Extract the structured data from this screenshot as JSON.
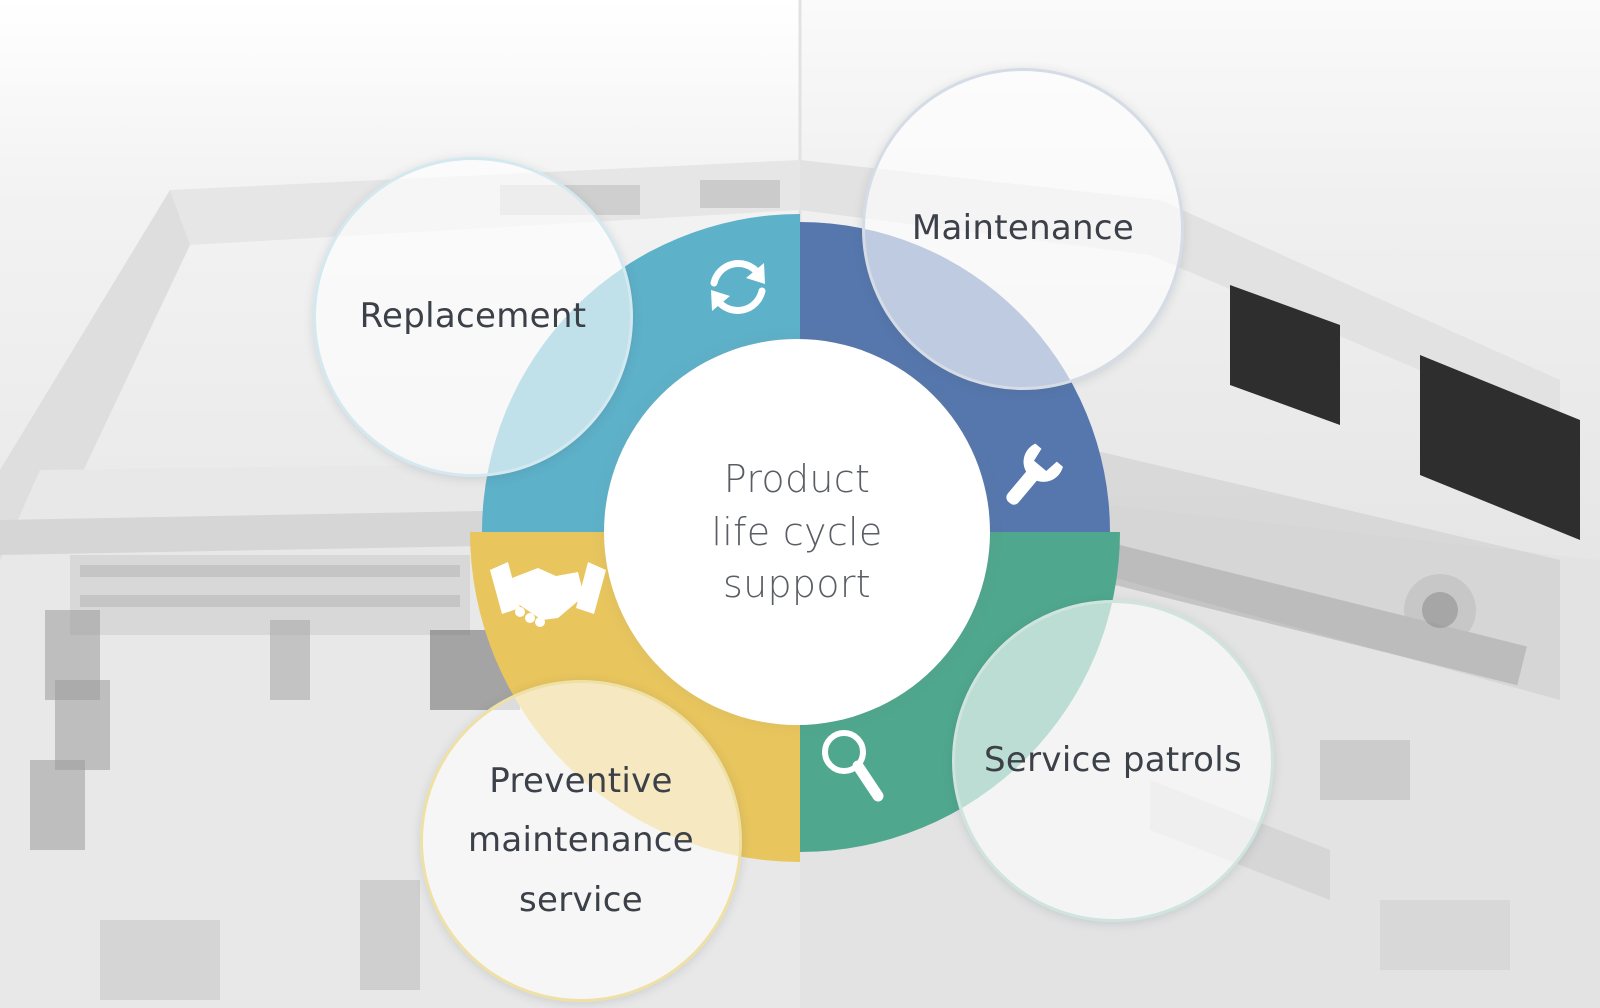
{
  "diagram": {
    "center": {
      "label": "Product\nlife cycle\nsupport"
    },
    "stages": [
      {
        "id": "replacement",
        "label": "Replacement",
        "color": "#5db1c9",
        "icon": "refresh-arrows-icon"
      },
      {
        "id": "maintenance",
        "label": "Maintenance",
        "color": "#5677ad",
        "icon": "wrench-icon"
      },
      {
        "id": "service-patrols",
        "label": "Service patrols",
        "color": "#4fa78d",
        "icon": "magnifier-icon"
      },
      {
        "id": "preventive",
        "label": "Preventive\nmaintenance\nservice",
        "color": "#e8c55d",
        "icon": "handshake-icon"
      }
    ]
  }
}
